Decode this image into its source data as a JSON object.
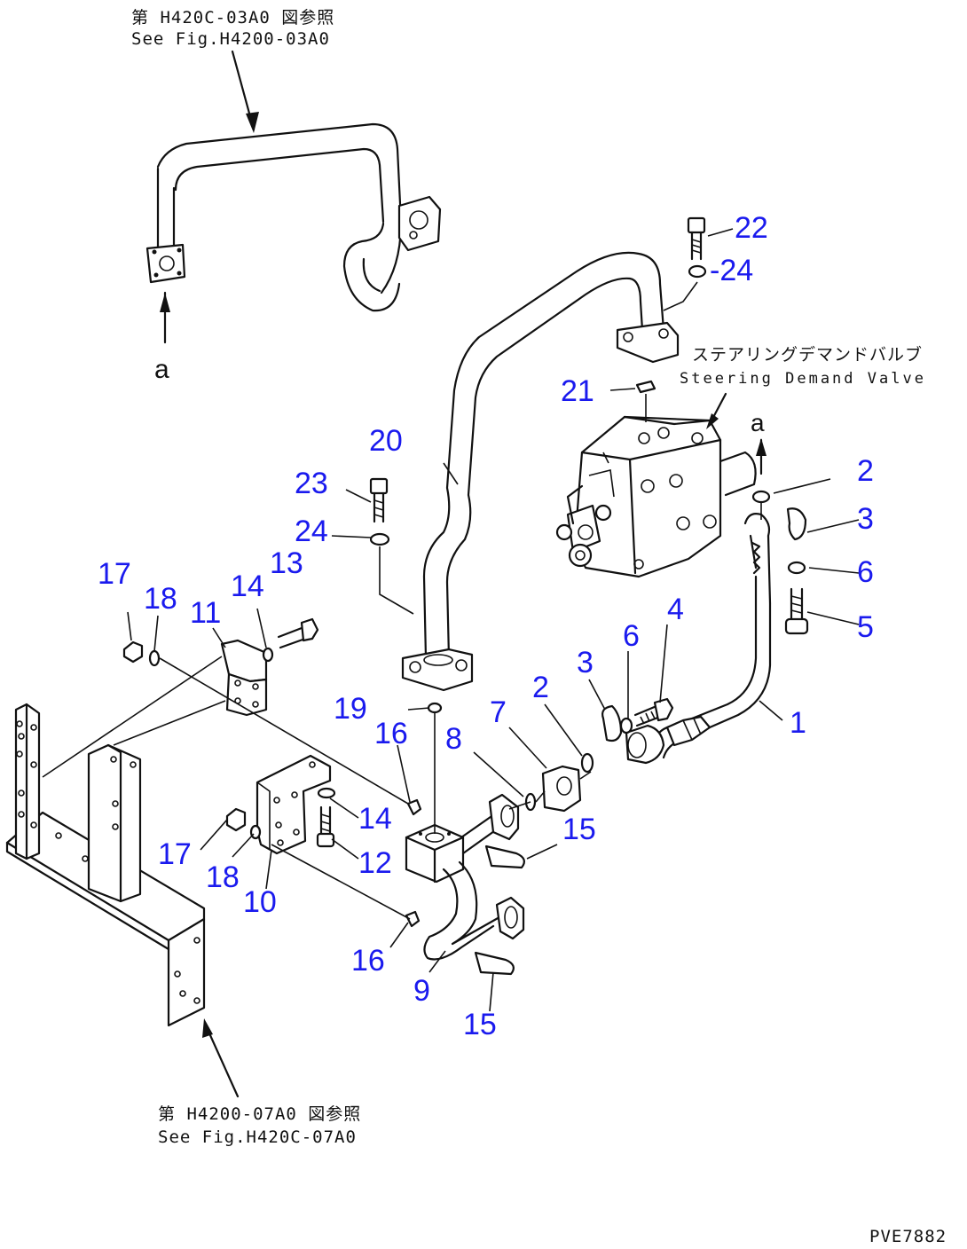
{
  "references": {
    "top_jp": "第 H420C-03A0 図参照",
    "top_en": "See Fig.H4200-03A0",
    "bottom_jp": "第 H4200-07A0 図参照",
    "bottom_en": "See Fig.H420C-07A0"
  },
  "component_label": {
    "jp": "ステアリングデマンドバルブ",
    "en": "Steering Demand Valve"
  },
  "connection_marker": "a",
  "drawing_code": "PVE7882",
  "callouts": [
    {
      "id": "c22",
      "text": "22"
    },
    {
      "id": "c24a",
      "text": "-24"
    },
    {
      "id": "c21",
      "text": "21"
    },
    {
      "id": "c20",
      "text": "20"
    },
    {
      "id": "c2a",
      "text": "2"
    },
    {
      "id": "c3a",
      "text": "3"
    },
    {
      "id": "c6a",
      "text": "6"
    },
    {
      "id": "c5",
      "text": "5"
    },
    {
      "id": "c23",
      "text": "23"
    },
    {
      "id": "c24b",
      "text": "24"
    },
    {
      "id": "c13",
      "text": "13"
    },
    {
      "id": "c17a",
      "text": "17"
    },
    {
      "id": "c18a",
      "text": "18"
    },
    {
      "id": "c11",
      "text": "11"
    },
    {
      "id": "c14a",
      "text": "14"
    },
    {
      "id": "c4",
      "text": "4"
    },
    {
      "id": "c6b",
      "text": "6"
    },
    {
      "id": "c3b",
      "text": "3"
    },
    {
      "id": "c2b",
      "text": "2"
    },
    {
      "id": "c7",
      "text": "7"
    },
    {
      "id": "c1",
      "text": "1"
    },
    {
      "id": "c19",
      "text": "19"
    },
    {
      "id": "c16a",
      "text": "16"
    },
    {
      "id": "c8",
      "text": "8"
    },
    {
      "id": "c14b",
      "text": "14"
    },
    {
      "id": "c15a",
      "text": "15"
    },
    {
      "id": "c17b",
      "text": "17"
    },
    {
      "id": "c18b",
      "text": "18"
    },
    {
      "id": "c12",
      "text": "12"
    },
    {
      "id": "c10",
      "text": "10"
    },
    {
      "id": "c16b",
      "text": "16"
    },
    {
      "id": "c9",
      "text": "9"
    },
    {
      "id": "c15b",
      "text": "15"
    }
  ]
}
